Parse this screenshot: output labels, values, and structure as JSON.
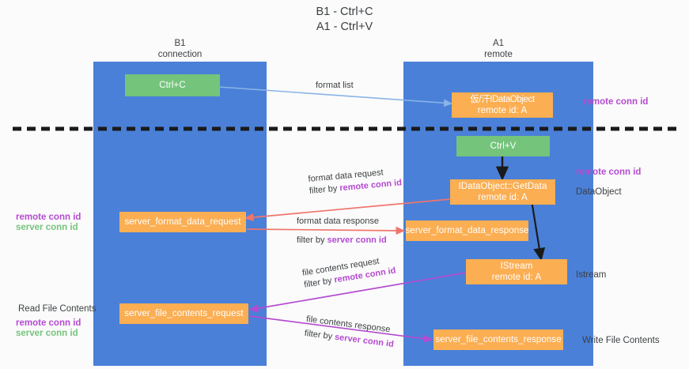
{
  "title": "B1 - Ctrl+C\nA1 - Ctrl+V",
  "lanes": [
    {
      "name": "b1",
      "heading": "B1\nconnection"
    },
    {
      "name": "a1",
      "heading": "A1\nremote"
    }
  ],
  "colors": {
    "lane": "#4a80d8",
    "green_box": "#74c47c",
    "orange_box": "#fbae52",
    "purple_text": "#b44bd0",
    "green_text": "#74c47c",
    "blue_arrow": "#8ab4e8",
    "red_arrow": "#f0756b",
    "magenta_arrow": "#b44bd0",
    "black_arrow": "#1a1a1a",
    "divider": "#1a1a1a",
    "page_background": "#fbfbfb"
  },
  "boxes": {
    "ctrl_c": "Ctrl+C",
    "idataobject_glyph": "仮/汗IDataObject",
    "idataobject_id": "remote id: A",
    "ctrl_v": "Ctrl+V",
    "getdata_title": "IDataObject::GetData",
    "getdata_id": "remote id: A",
    "server_format_data_request": "server_format_data_request",
    "server_format_data_response": "server_format_data_response",
    "istream_title": "IStream",
    "istream_id": "remote id: A",
    "server_file_contents_request": "server_file_contents_request",
    "server_file_contents_response": "server_file_contents_response"
  },
  "edges": {
    "format_list": "format list",
    "format_data_request": "format data request",
    "format_data_request_filter_prefix": "filter by ",
    "format_data_request_filter_key": "remote conn id",
    "format_data_response": "format data response",
    "format_data_response_filter_prefix": "filter by ",
    "format_data_response_filter_key": "server conn id",
    "file_contents_request": "file contents request",
    "file_contents_request_filter_prefix": "filter by ",
    "file_contents_request_filter_key": "remote conn id",
    "file_contents_response": "file contents response",
    "file_contents_response_filter_prefix": "filter by ",
    "file_contents_response_filter_key": "server conn id"
  },
  "annotations": {
    "right_remote_conn_id_top": "remote conn id",
    "right_remote_conn_id_mid": "remote conn id",
    "right_dataobject": "DataObject",
    "right_istream": "Istream",
    "right_write_file_contents": "Write File Contents",
    "left_remote_conn_id_mid": "remote conn id",
    "left_server_conn_id_mid": "server conn id",
    "left_read_file_contents": "Read File Contents",
    "left_remote_conn_id_bottom": "remote conn id",
    "left_server_conn_id_bottom": "server conn id"
  }
}
